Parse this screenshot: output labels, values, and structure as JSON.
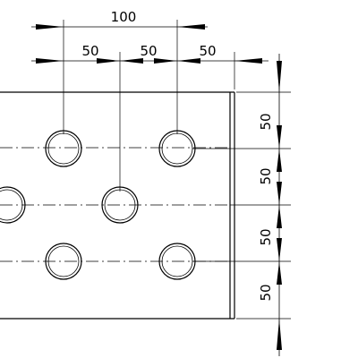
{
  "colors": {
    "line": "#000000",
    "background": "#ffffff"
  },
  "dimensions": {
    "top_overall": "100",
    "top_spacing_1": "50",
    "top_spacing_2": "50",
    "top_spacing_3": "50",
    "right_spacing_1": "50",
    "right_spacing_2": "50",
    "right_spacing_3": "50",
    "right_spacing_4": "50"
  }
}
